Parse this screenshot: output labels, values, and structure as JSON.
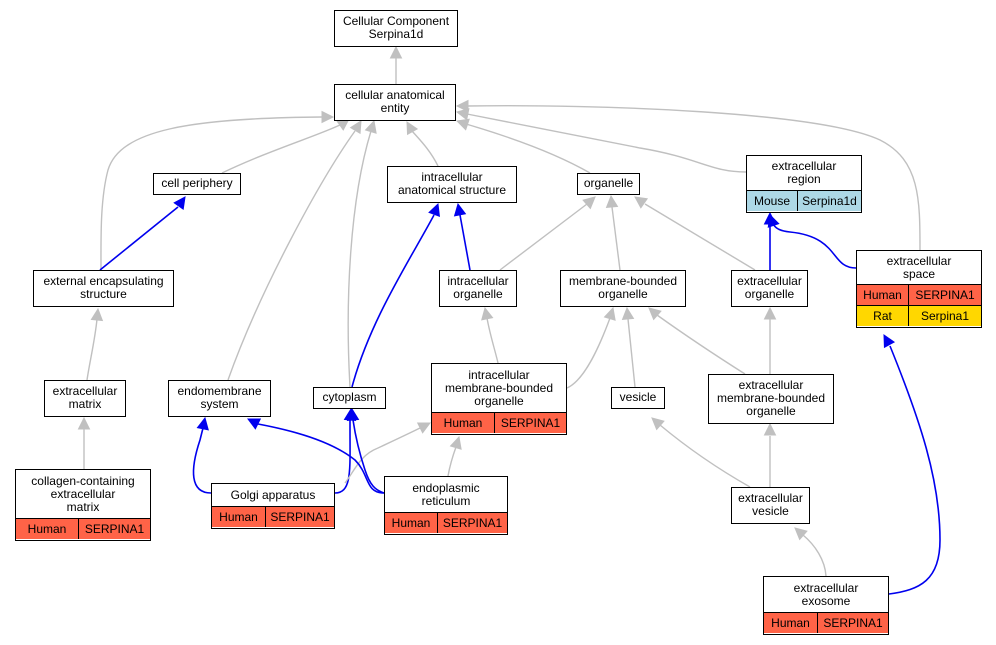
{
  "colors": {
    "is_a_edge": "#c0c0c0",
    "part_of_edge": "#0000ee",
    "human": "#ff6347",
    "mouse": "#add8e6",
    "rat": "#ffd700"
  },
  "nodes": [
    {
      "id": "root",
      "label": "Cellular Component\nSerpina1d"
    },
    {
      "id": "cae",
      "label": "cellular anatomical\nentity"
    },
    {
      "id": "cellper",
      "label": "cell periphery"
    },
    {
      "id": "ias",
      "label": "intracellular\nanatomical structure"
    },
    {
      "id": "organelle",
      "label": "organelle"
    },
    {
      "id": "exreg",
      "label": "extracellular\nregion",
      "species": [
        {
          "name": "Mouse",
          "gene": "Serpina1d",
          "color": "mouse"
        }
      ]
    },
    {
      "id": "ees",
      "label": "external encapsulating\nstructure"
    },
    {
      "id": "intorg",
      "label": "intracellular\norganelle"
    },
    {
      "id": "mbo",
      "label": "membrane-bounded\norganelle"
    },
    {
      "id": "exorg",
      "label": "extracellular\norganelle"
    },
    {
      "id": "exspace",
      "label": "extracellular\nspace",
      "species": [
        {
          "name": "Human",
          "gene": "SERPINA1",
          "color": "human"
        },
        {
          "name": "Rat",
          "gene": "Serpina1",
          "color": "rat"
        }
      ]
    },
    {
      "id": "exmat",
      "label": "extracellular\nmatrix"
    },
    {
      "id": "endo",
      "label": "endomembrane\nsystem"
    },
    {
      "id": "cyto",
      "label": "cytoplasm"
    },
    {
      "id": "imbo",
      "label": "intracellular\nmembrane-bounded\norganelle",
      "species": [
        {
          "name": "Human",
          "gene": "SERPINA1",
          "color": "human"
        }
      ]
    },
    {
      "id": "vesicle",
      "label": "vesicle"
    },
    {
      "id": "embo",
      "label": "extracellular\nmembrane-bounded\norganelle"
    },
    {
      "id": "collagen",
      "label": "collagen-containing\nextracellular\nmatrix",
      "species": [
        {
          "name": "Human",
          "gene": "SERPINA1",
          "color": "human"
        }
      ]
    },
    {
      "id": "golgi",
      "label": "Golgi apparatus",
      "species": [
        {
          "name": "Human",
          "gene": "SERPINA1",
          "color": "human"
        }
      ]
    },
    {
      "id": "er",
      "label": "endoplasmic\nreticulum",
      "species": [
        {
          "name": "Human",
          "gene": "SERPINA1",
          "color": "human"
        }
      ]
    },
    {
      "id": "exves",
      "label": "extracellular\nvesicle"
    },
    {
      "id": "exosome",
      "label": "extracellular\nexosome",
      "species": [
        {
          "name": "Human",
          "gene": "SERPINA1",
          "color": "human"
        }
      ]
    }
  ],
  "edges": [
    {
      "from": "cae",
      "to": "root",
      "type": "is_a"
    },
    {
      "from": "cellper",
      "to": "cae",
      "type": "is_a"
    },
    {
      "from": "ias",
      "to": "cae",
      "type": "is_a"
    },
    {
      "from": "organelle",
      "to": "cae",
      "type": "is_a"
    },
    {
      "from": "exreg",
      "to": "cae",
      "type": "is_a"
    },
    {
      "from": "ees",
      "to": "cae",
      "type": "is_a"
    },
    {
      "from": "endo",
      "to": "cae",
      "type": "is_a"
    },
    {
      "from": "cyto",
      "to": "cae",
      "type": "is_a"
    },
    {
      "from": "exspace",
      "to": "cae",
      "type": "is_a"
    },
    {
      "from": "ees",
      "to": "cellper",
      "type": "part_of"
    },
    {
      "from": "intorg",
      "to": "ias",
      "type": "part_of"
    },
    {
      "from": "cyto",
      "to": "ias",
      "type": "part_of"
    },
    {
      "from": "intorg",
      "to": "organelle",
      "type": "is_a"
    },
    {
      "from": "mbo",
      "to": "organelle",
      "type": "is_a"
    },
    {
      "from": "exorg",
      "to": "organelle",
      "type": "is_a"
    },
    {
      "from": "exorg",
      "to": "exreg",
      "type": "part_of"
    },
    {
      "from": "exspace",
      "to": "exreg",
      "type": "part_of"
    },
    {
      "from": "exmat",
      "to": "ees",
      "type": "is_a"
    },
    {
      "from": "imbo",
      "to": "intorg",
      "type": "is_a"
    },
    {
      "from": "imbo",
      "to": "mbo",
      "type": "is_a"
    },
    {
      "from": "vesicle",
      "to": "mbo",
      "type": "is_a"
    },
    {
      "from": "embo",
      "to": "mbo",
      "type": "is_a"
    },
    {
      "from": "embo",
      "to": "exorg",
      "type": "is_a"
    },
    {
      "from": "collagen",
      "to": "exmat",
      "type": "is_a"
    },
    {
      "from": "golgi",
      "to": "endo",
      "type": "part_of"
    },
    {
      "from": "golgi",
      "to": "cyto",
      "type": "part_of"
    },
    {
      "from": "golgi",
      "to": "imbo",
      "type": "is_a"
    },
    {
      "from": "er",
      "to": "endo",
      "type": "part_of"
    },
    {
      "from": "er",
      "to": "cyto",
      "type": "part_of"
    },
    {
      "from": "er",
      "to": "imbo",
      "type": "is_a"
    },
    {
      "from": "exves",
      "to": "vesicle",
      "type": "is_a"
    },
    {
      "from": "exves",
      "to": "embo",
      "type": "is_a"
    },
    {
      "from": "exosome",
      "to": "exves",
      "type": "is_a"
    },
    {
      "from": "exosome",
      "to": "exspace",
      "type": "part_of"
    }
  ]
}
